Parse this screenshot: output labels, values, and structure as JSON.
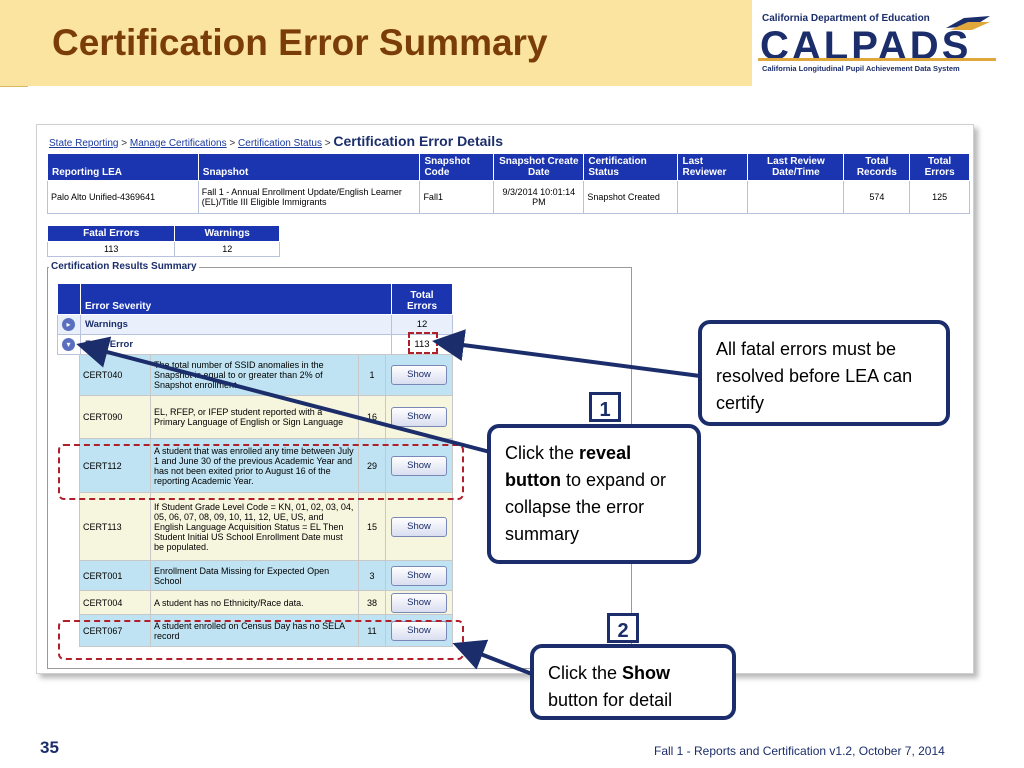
{
  "slide": {
    "title": "Certification Error Summary",
    "page_number": "35",
    "footer": "Fall 1 - Reports and Certification v1.2, October 7, 2014"
  },
  "logo": {
    "top_text": "California Department of Education",
    "main_text": "CALPADS",
    "sub_text": "California Longitudinal Pupil Achievement Data System"
  },
  "breadcrumb": {
    "items": [
      "State Reporting",
      "Manage Certifications",
      "Certification Status"
    ],
    "separator": ">",
    "current": "Certification Error Details"
  },
  "summary_table": {
    "headers": [
      "Reporting LEA",
      "Snapshot",
      "Snapshot Code",
      "Snapshot Create Date",
      "Certification Status",
      "Last Reviewer",
      "Last Review Date/Time",
      "Total Records",
      "Total Errors"
    ],
    "row": [
      "Palo Alto Unified-4369641",
      "Fall 1 - Annual Enrollment Update/English Learner (EL)/Title III Eligible Immigrants",
      "Fall1",
      "9/3/2014 10:01:14 PM",
      "Snapshot Created",
      "",
      "",
      "574",
      "125"
    ]
  },
  "fatal_warn_table": {
    "headers": [
      "Fatal Errors",
      "Warnings"
    ],
    "values": [
      "113",
      "12"
    ]
  },
  "results": {
    "legend": "Certification Results Summary",
    "headers": [
      "Error Severity",
      "Total Errors"
    ],
    "rows": [
      {
        "label": "Warnings",
        "total": "12"
      },
      {
        "label": "Fatal Error",
        "total": "113"
      }
    ]
  },
  "errors": [
    {
      "code": "CERT040",
      "description": "The total number of SSID anomalies in the Snapshot is equal to or greater than 2% of Snapshot enrollment.",
      "count": "1",
      "button": "Show"
    },
    {
      "code": "CERT090",
      "description": "EL, RFEP, or IFEP student reported with a Primary Language of English or Sign Language",
      "count": "16",
      "button": "Show"
    },
    {
      "code": "CERT112",
      "description": "A student that was enrolled any time between July 1 and June 30 of the previous Academic Year and has not been exited prior to August 16 of the reporting Academic Year.",
      "count": "29",
      "button": "Show"
    },
    {
      "code": "CERT113",
      "description": "If Student Grade Level Code = KN, 01, 02, 03, 04, 05, 06, 07, 08, 09, 10, 11, 12, UE, US, and English Language Acquisition Status = EL Then Student Initial US School Enrollment Date must be populated.",
      "count": "15",
      "button": "Show"
    },
    {
      "code": "CERT001",
      "description": "Enrollment Data Missing for Expected Open School",
      "count": "3",
      "button": "Show"
    },
    {
      "code": "CERT004",
      "description": "A student has no Ethnicity/Race data.",
      "count": "38",
      "button": "Show"
    },
    {
      "code": "CERT067",
      "description": "A student enrolled on Census Day has no SELA record",
      "count": "11",
      "button": "Show"
    }
  ],
  "callouts": {
    "fatal": "All fatal errors must be resolved before LEA can certify",
    "reveal_pre": "Click the ",
    "reveal_bold": "reveal button",
    "reveal_post": " to expand or collapse the error summary",
    "show_pre": "Click the ",
    "show_bold": "Show",
    "show_post": " button for detail",
    "badge1": "1",
    "badge2": "2"
  },
  "colors": {
    "title_bar": "#fbe4a0",
    "title_text": "#7a3d0a",
    "header_blue": "#1b35b0",
    "callout_border": "#1b2e6b",
    "dash_red": "#b0202a",
    "row_blue": "#bfe3f2",
    "row_cream": "#f6f5de"
  }
}
